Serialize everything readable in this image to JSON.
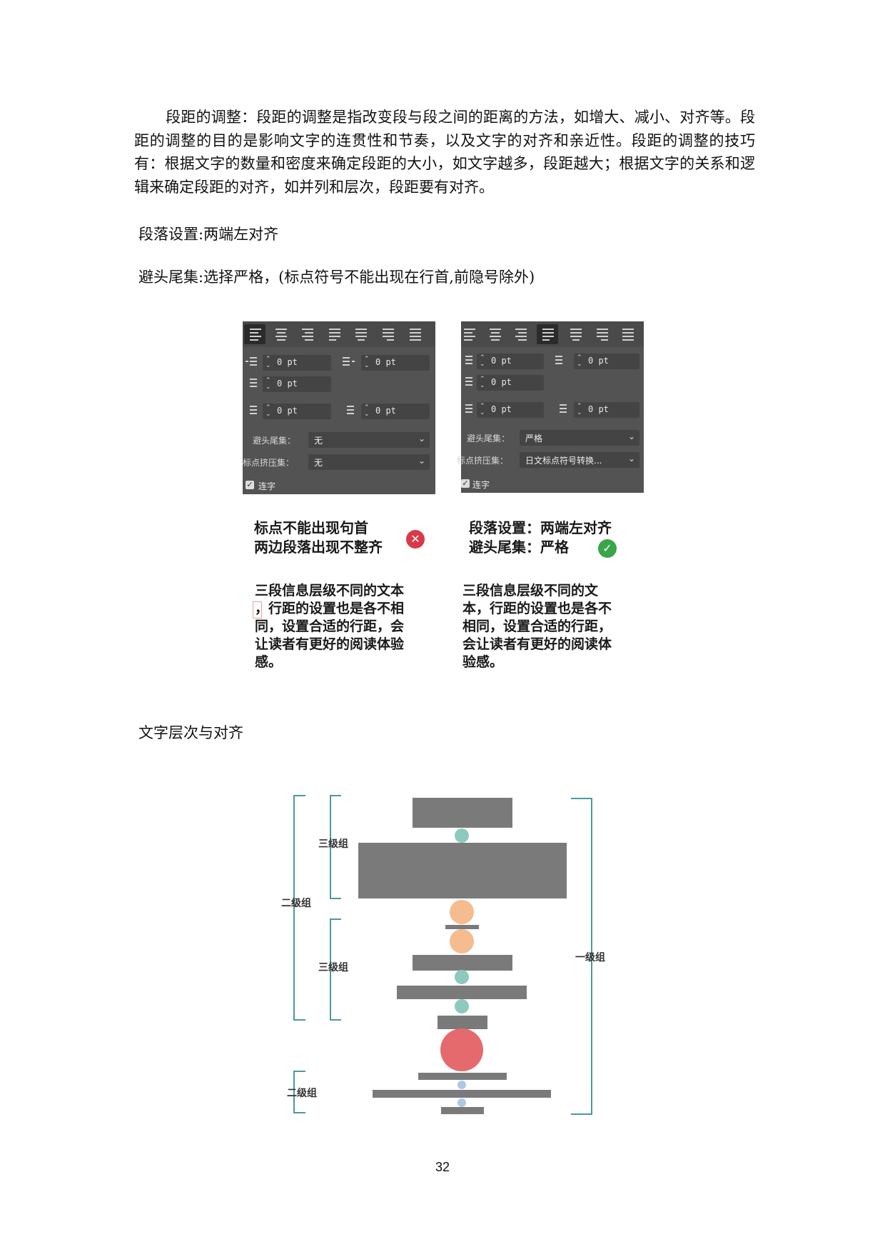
{
  "paragraph": "段距的调整：段距的调整是指改变段与段之间的距离的方法，如增大、减小、对齐等。段距的调整的目的是影响文字的连贯性和节奏，以及文字的对齐和亲近性。段距的调整的技巧有：根据文字的数量和密度来确定段距的大小，如文字越多，段距越大；根据文字的关系和逻辑来确定段距的对齐，如并列和层次，段距要有对齐。",
  "line1": "段落设置:两端左对齐",
  "line2": "避头尾集:选择严格，(标点符号不能出现在行首,前隐号除外)",
  "panel_left": {
    "fields": [
      "0 pt",
      "0 pt",
      "0 pt",
      "0 pt",
      "0 pt"
    ],
    "kinsoku_label": "避头尾集：",
    "kinsoku_value": "无",
    "mojikumi_label": "标点挤压集：",
    "mojikumi_value": "无",
    "hyphen_label": "连字"
  },
  "panel_right": {
    "fields": [
      "0 pt",
      "0 pt",
      "0 pt",
      "0 pt",
      "0 pt"
    ],
    "kinsoku_label": "避头尾集：",
    "kinsoku_value": "严格",
    "mojikumi_label": "标点挤压集：",
    "mojikumi_value": "日文标点符号转换...",
    "hyphen_label": "连字"
  },
  "left_caption": [
    "标点不能出现句首",
    "两边段落出现不整齐"
  ],
  "right_caption": [
    "段落设置：两端左对齐",
    "避头尾集：严格"
  ],
  "left_body": [
    "三段信息层级不同的文本",
    "，行距的设置也是各不相",
    "同，设置合适的行距，会",
    "让读者有更好的阅读体验",
    "感。"
  ],
  "right_body": [
    "三段信息层级不同的文",
    "本，行距的设置也是各不",
    "相同，设置合适的行距，",
    "会让读者有更好的阅读体",
    "验感。"
  ],
  "status_colors": {
    "wrong": "#d93a48",
    "right": "#3aa54a"
  },
  "line3": "文字层次与对齐",
  "diagram": {
    "labels": {
      "tier3_top": "三级组",
      "tier2_top": "二级组",
      "tier3_mid": "三级组",
      "tier1": "一级组",
      "tier2_bottom": "二级组"
    },
    "colors": {
      "bar": "#7a7a7a",
      "teal": "#8ec9bf",
      "orange": "#f5bc8f",
      "red": "#e56a6e",
      "blue": "#aec8e4",
      "bracket": "#4a9a9c"
    }
  },
  "page_number": "32"
}
